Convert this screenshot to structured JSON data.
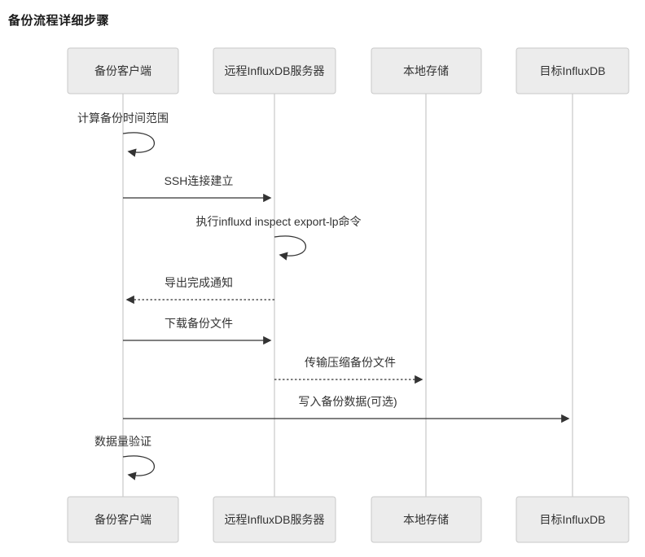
{
  "title": "备份流程详细步骤",
  "diagram": {
    "type": "sequence",
    "actors": [
      {
        "label": "备份客户端"
      },
      {
        "label": "远程InfluxDB服务器"
      },
      {
        "label": "本地存储"
      },
      {
        "label": "目标InfluxDB"
      }
    ],
    "messages": [
      {
        "label": "计算备份时间范围",
        "from": "备份客户端",
        "to": "备份客户端",
        "style": "self-loop"
      },
      {
        "label": "SSH连接建立",
        "from": "备份客户端",
        "to": "远程InfluxDB服务器",
        "style": "solid-arrow"
      },
      {
        "label": "执行influxd inspect export-lp命令",
        "from": "远程InfluxDB服务器",
        "to": "远程InfluxDB服务器",
        "style": "self-loop"
      },
      {
        "label": "导出完成通知",
        "from": "远程InfluxDB服务器",
        "to": "备份客户端",
        "style": "dashed-arrow"
      },
      {
        "label": "下载备份文件",
        "from": "备份客户端",
        "to": "远程InfluxDB服务器",
        "style": "solid-arrow"
      },
      {
        "label": "传输压缩备份文件",
        "from": "远程InfluxDB服务器",
        "to": "本地存储",
        "style": "dashed-arrow"
      },
      {
        "label": "写入备份数据(可选)",
        "from": "备份客户端",
        "to": "目标InfluxDB",
        "style": "solid-arrow"
      },
      {
        "label": "数据量验证",
        "from": "备份客户端",
        "to": "备份客户端",
        "style": "self-loop"
      }
    ],
    "colors": {
      "actor_fill": "#ececec",
      "actor_border": "#c9c9c9",
      "lifeline": "#c9c9c9",
      "message": "#333333",
      "text": "#333333",
      "title_text": "#1a1a1a",
      "background": "#ffffff"
    }
  }
}
